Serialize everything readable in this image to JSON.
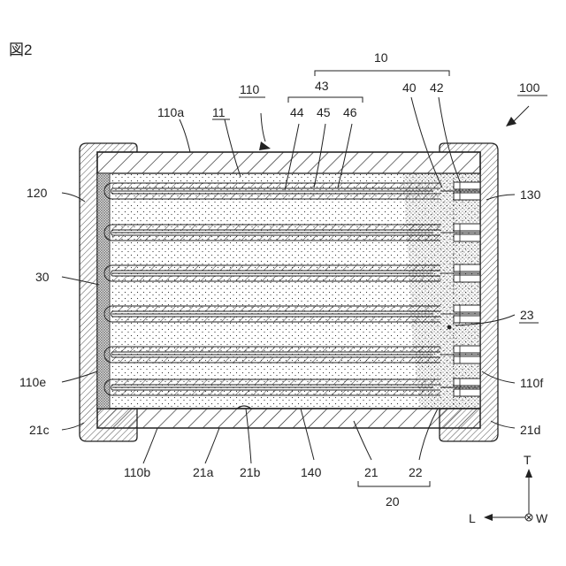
{
  "figure": {
    "title": "図2"
  },
  "labels": {
    "device": "100",
    "body": "110",
    "top_surface": "110a",
    "bottom_surface": "110b",
    "side_e": "110e",
    "side_f": "110f",
    "dielectric": "11",
    "electrode_group": "10",
    "electrode_sub": "43",
    "l40": "40",
    "l42": "42",
    "l44": "44",
    "l45": "45",
    "l46": "46",
    "ext_left": "120",
    "ext_right": "130",
    "l30": "30",
    "l23": "23",
    "l21c": "21c",
    "l21d": "21d",
    "l21a": "21a",
    "l21b": "21b",
    "l140": "140",
    "l21": "21",
    "l22": "22",
    "l20": "20"
  },
  "axes": {
    "t": "T",
    "l": "L",
    "w": "W"
  },
  "colors": {
    "ink": "#222222",
    "paper": "#ffffff"
  }
}
